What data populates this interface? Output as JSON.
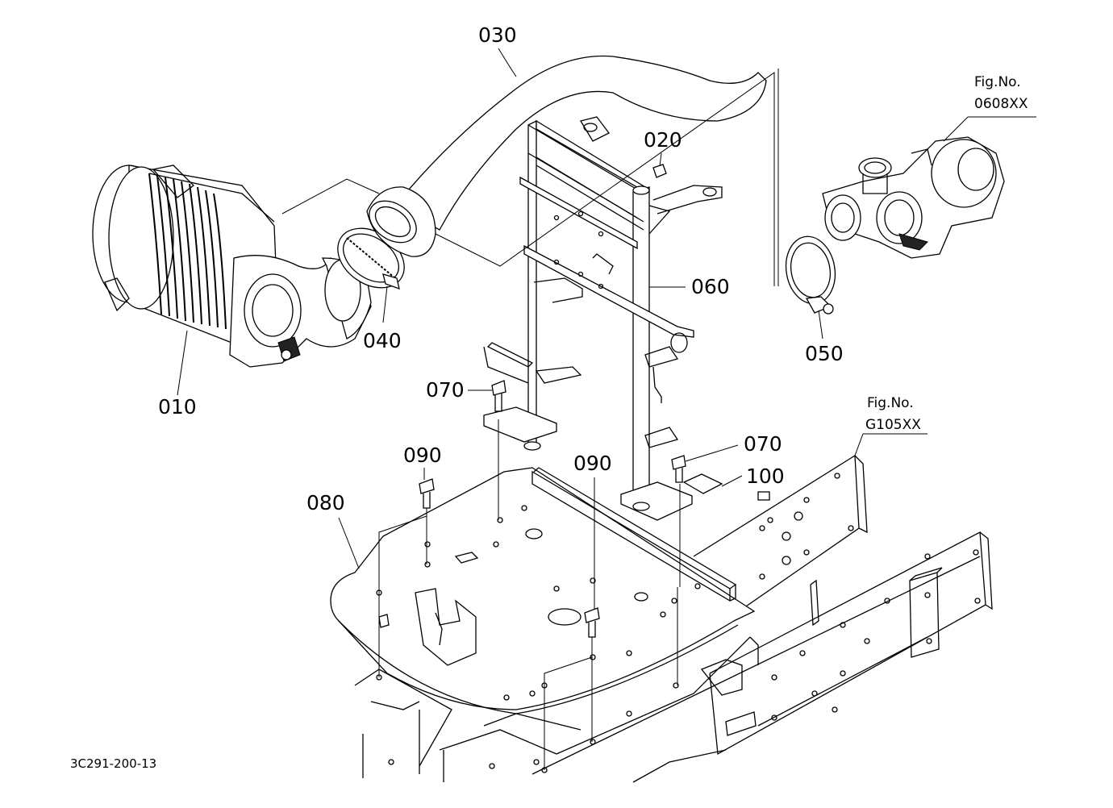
{
  "parts": [
    {
      "id": "010"
    },
    {
      "id": "020"
    },
    {
      "id": "030"
    },
    {
      "id": "040"
    },
    {
      "id": "050"
    },
    {
      "id": "060"
    },
    {
      "id": "070"
    },
    {
      "id": "070"
    },
    {
      "id": "080"
    },
    {
      "id": "090"
    },
    {
      "id": "090"
    },
    {
      "id": "100"
    }
  ],
  "references": [
    {
      "title": "Fig.No.",
      "number": "0608XX"
    },
    {
      "title": "Fig.No.",
      "number": "G105XX"
    }
  ],
  "drawing_code": "3C291-200-13"
}
